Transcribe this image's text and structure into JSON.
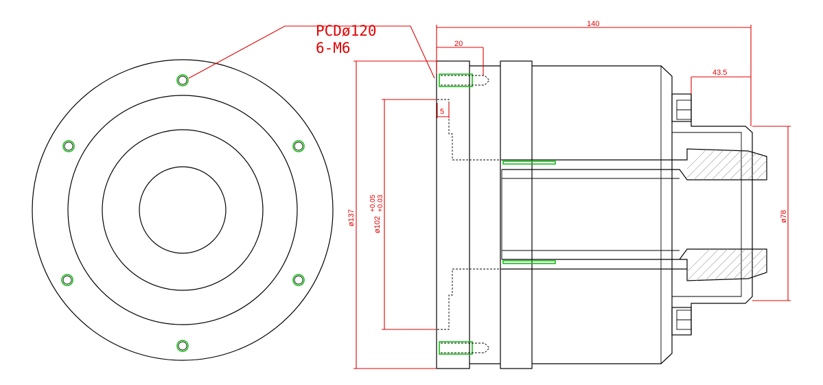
{
  "callout": {
    "line1": "PCDø120",
    "line2": "6-M6"
  },
  "dimensions": {
    "overall_length": "140",
    "flange_thickness": "20",
    "shaft_offset": "43.5",
    "recess_depth": "5",
    "outer_diameter": "ø137",
    "pilot_diameter": "ø102",
    "pilot_tol_upper": "+0.05",
    "pilot_tol_lower": "+0.03",
    "hub_diameter": "ø78"
  },
  "colors": {
    "dimension": "#e00000",
    "thread": "#10c010",
    "outline": "#000000",
    "hatch": "#9a9a9a"
  }
}
